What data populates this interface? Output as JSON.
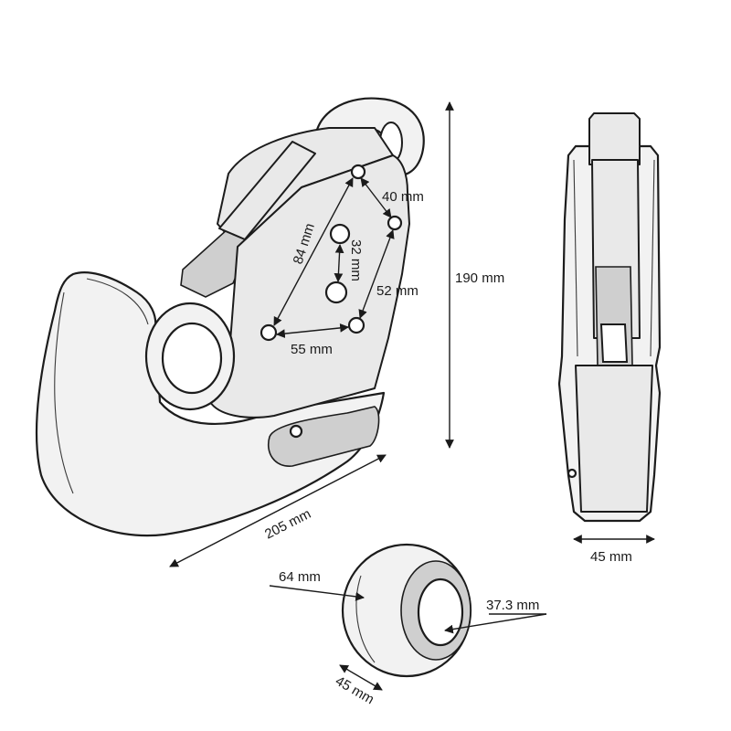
{
  "dimensions": {
    "hole_spacing_top": "40 mm",
    "hole_diagonal": "84 mm",
    "hole_vertical": "32 mm",
    "hole_spacing_right": "52 mm",
    "hole_spacing_bottom": "55 mm",
    "overall_height": "190 mm",
    "overall_length": "205 mm",
    "side_width": "45 mm",
    "ball_outer_diameter": "64 mm",
    "ball_bore_diameter": "37.3 mm",
    "ball_width": "45 mm"
  },
  "icons": [
    "hook-main-view",
    "hook-side-view",
    "ball-bush"
  ],
  "colors": {
    "line": "#1c1c1c",
    "fill": "#f2f2f2",
    "shade": "#cfcfcf"
  }
}
